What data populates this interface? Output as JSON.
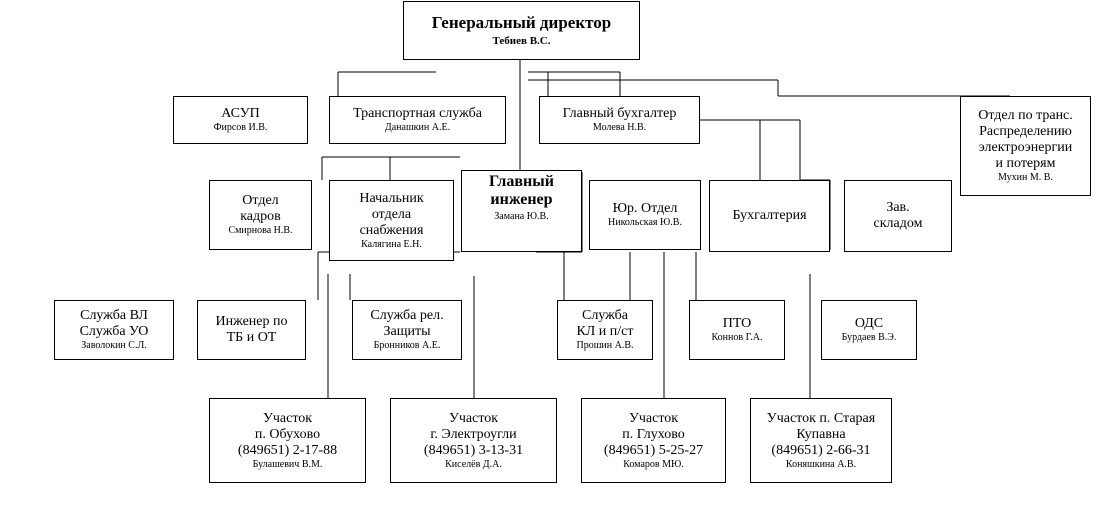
{
  "org_chart": {
    "director": {
      "title": "Генеральный директор",
      "name": "Тебиев В.С."
    },
    "asup": {
      "title": "АСУП",
      "name": "Фирсов И.В."
    },
    "transport": {
      "title": "Транспортная  служба",
      "name": "Данашкин А.Е."
    },
    "chief_accountant": {
      "title": "Главный бухгалтер",
      "name": "Молева Н.В."
    },
    "transmission_dept": {
      "title": "Отдел по транс.\nРаспределению\nэлектроэнергии\nи потерям",
      "name": "Мухин М. В."
    },
    "hr": {
      "title": "Отдел\nкадров",
      "name": "Смирнова Н.В."
    },
    "supply": {
      "title": "Начальник\nотдела\nснабжения",
      "name": "Калягина Е.Н."
    },
    "chief_engineer": {
      "title": "Главный\nинженер",
      "name": "Замана Ю.В."
    },
    "legal": {
      "title": "Юр. Отдел",
      "name": "Никольская Ю.В."
    },
    "accounting": {
      "title": "Бухгалтерия"
    },
    "warehouse": {
      "title": "Зав.\nскладом"
    },
    "vl_uo": {
      "title": "Служба ВЛ\nСлужба УО",
      "name": "Заволокин С.Л."
    },
    "tb_engineer": {
      "title": "Инженер по\nТБ и ОТ"
    },
    "relay": {
      "title": "Служба рел.\nЗащиты",
      "name": "Бронников А.Е."
    },
    "kl_service": {
      "title": "Служба\nКЛ и п/ст",
      "name": "Прошин А.В."
    },
    "pto": {
      "title": "ПТО",
      "name": "Коннов Г.А."
    },
    "ods": {
      "title": "ОДС",
      "name": "Бурдаев В.Э."
    },
    "site_obukhovo": {
      "title": "Участок\nп. Обухово\n(849651) 2-17-88",
      "name": "Булашевич В.М."
    },
    "site_elektrougli": {
      "title": "Участок\nг. Электроугли\n(849651) 3-13-31",
      "name": "Киселёв Д.А."
    },
    "site_glukhovo": {
      "title": "Участок\nп. Глухово\n(849651) 5-25-27",
      "name": "Комаров МЮ."
    },
    "site_kupavna": {
      "title": "Участок п. Старая\nКупавна\n(849651) 2-66-31",
      "name": "Коняшкина А.В."
    }
  }
}
